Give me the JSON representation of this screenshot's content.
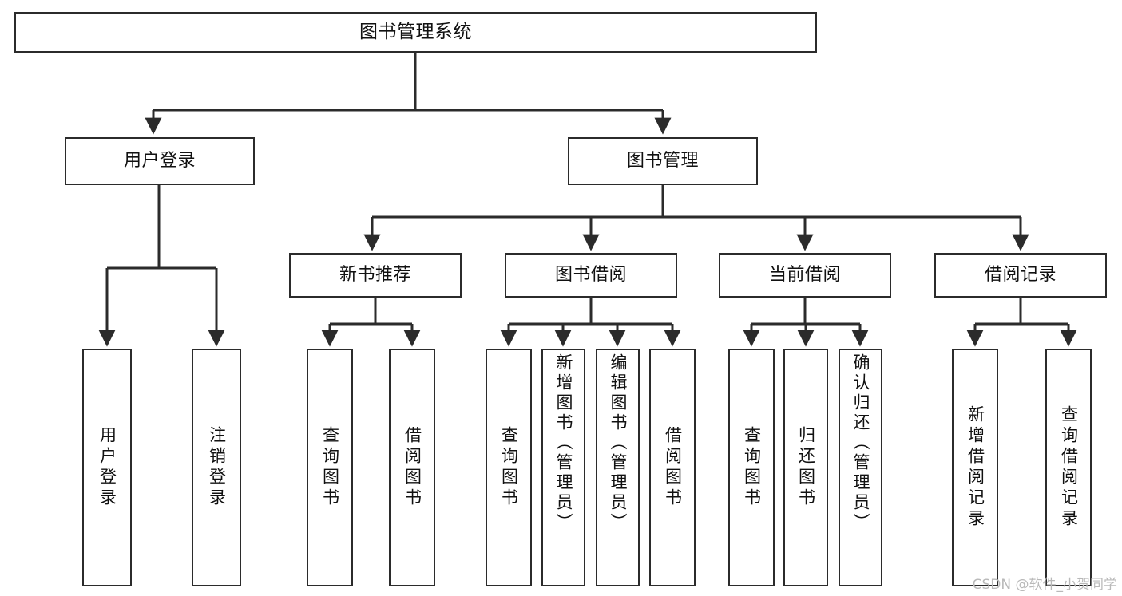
{
  "diagram": {
    "title": "图书管理系统",
    "type": "tree-hierarchy",
    "watermark": "CSDN @软件_小贺同学",
    "stroke_color": "#2b2b2b",
    "fill_color": "#ffffff",
    "text_color": "#111111",
    "levels": [
      {
        "level": 1,
        "nodes": [
          {
            "id": "root",
            "label": "图书管理系统",
            "orientation": "horizontal"
          }
        ]
      },
      {
        "level": 2,
        "nodes": [
          {
            "id": "login",
            "label": "用户登录",
            "orientation": "horizontal",
            "parent": "root"
          },
          {
            "id": "bookmgmt",
            "label": "图书管理",
            "orientation": "horizontal",
            "parent": "root"
          }
        ]
      },
      {
        "level": 3,
        "nodes": [
          {
            "id": "newbook",
            "label": "新书推荐",
            "orientation": "horizontal",
            "parent": "bookmgmt"
          },
          {
            "id": "borrow",
            "label": "图书借阅",
            "orientation": "horizontal",
            "parent": "bookmgmt"
          },
          {
            "id": "current",
            "label": "当前借阅",
            "orientation": "horizontal",
            "parent": "bookmgmt"
          },
          {
            "id": "records",
            "label": "借阅记录",
            "orientation": "horizontal",
            "parent": "bookmgmt"
          }
        ]
      },
      {
        "level": 4,
        "nodes": [
          {
            "id": "leaf-user-login",
            "label": "用户登录",
            "orientation": "vertical",
            "parent": "login"
          },
          {
            "id": "leaf-logout",
            "label": "注销登录",
            "orientation": "vertical",
            "parent": "login"
          },
          {
            "id": "leaf-query-1",
            "label": "查询图书",
            "orientation": "vertical",
            "parent": "newbook"
          },
          {
            "id": "leaf-borrow-1",
            "label": "借阅图书",
            "orientation": "vertical",
            "parent": "newbook"
          },
          {
            "id": "leaf-query-2",
            "label": "查询图书",
            "orientation": "vertical",
            "parent": "borrow"
          },
          {
            "id": "leaf-add-book",
            "label": "新增图书（管理员）",
            "orientation": "vertical",
            "parent": "borrow"
          },
          {
            "id": "leaf-edit-book",
            "label": "编辑图书（管理员）",
            "orientation": "vertical",
            "parent": "borrow"
          },
          {
            "id": "leaf-borrow-2",
            "label": "借阅图书",
            "orientation": "vertical",
            "parent": "borrow"
          },
          {
            "id": "leaf-query-3",
            "label": "查询图书",
            "orientation": "vertical",
            "parent": "current"
          },
          {
            "id": "leaf-return",
            "label": "归还图书",
            "orientation": "vertical",
            "parent": "current"
          },
          {
            "id": "leaf-confirm",
            "label": "确认归还（管理员）",
            "orientation": "vertical",
            "parent": "current"
          },
          {
            "id": "leaf-add-record",
            "label": "新增借阅记录",
            "orientation": "vertical",
            "parent": "records"
          },
          {
            "id": "leaf-query-record",
            "label": "查询借阅记录",
            "orientation": "vertical",
            "parent": "records"
          }
        ]
      }
    ]
  }
}
